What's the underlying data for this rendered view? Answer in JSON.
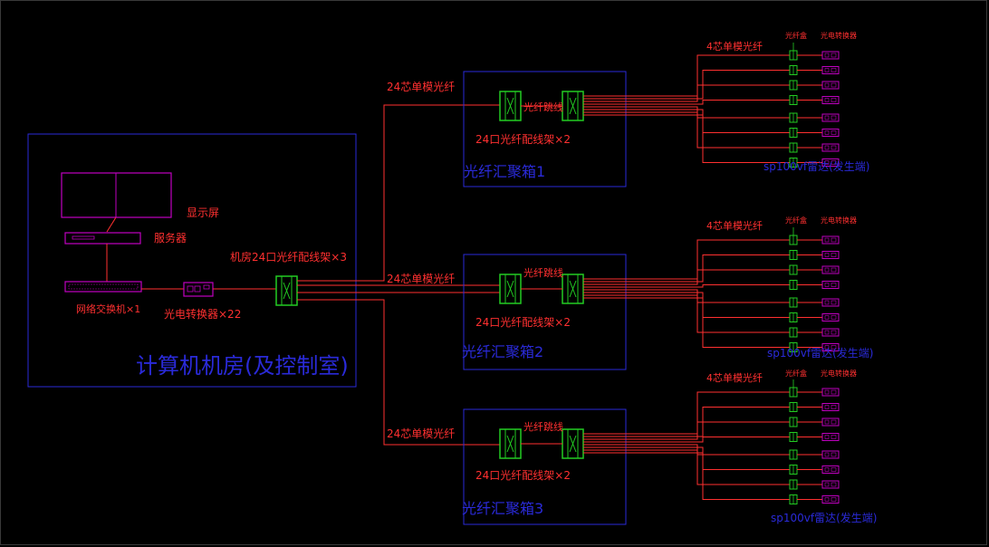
{
  "control_room": {
    "title": "计算机机房(及控制室)",
    "display": "显示屏",
    "server": "服务器",
    "switch": "网络交换机×1",
    "converters": "光电转换器×22",
    "odf": "机房24口光纤配线架×3"
  },
  "trunk_cable": "24芯单模光纤",
  "boxes": [
    {
      "name": "光纤汇聚箱1",
      "patch_cord": "光纤跳线",
      "odf": "24口光纤配线架×2"
    },
    {
      "name": "光纤汇聚箱2",
      "patch_cord": "光纤跳线",
      "odf": "24口光纤配线架×2"
    },
    {
      "name": "光纤汇聚箱3",
      "patch_cord": "光纤跳线",
      "odf": "24口光纤配线架×2"
    }
  ],
  "field": {
    "drop_cable": "4芯单模光纤",
    "fiber_box": "光纤盒",
    "converter": "光电转换器",
    "endpoint": "sp100vf雷达(发生端)"
  },
  "colors": {
    "red": "#ff3030",
    "blue": "#2a2ad8",
    "green": "#22cc22",
    "magenta": "#c000c0"
  }
}
